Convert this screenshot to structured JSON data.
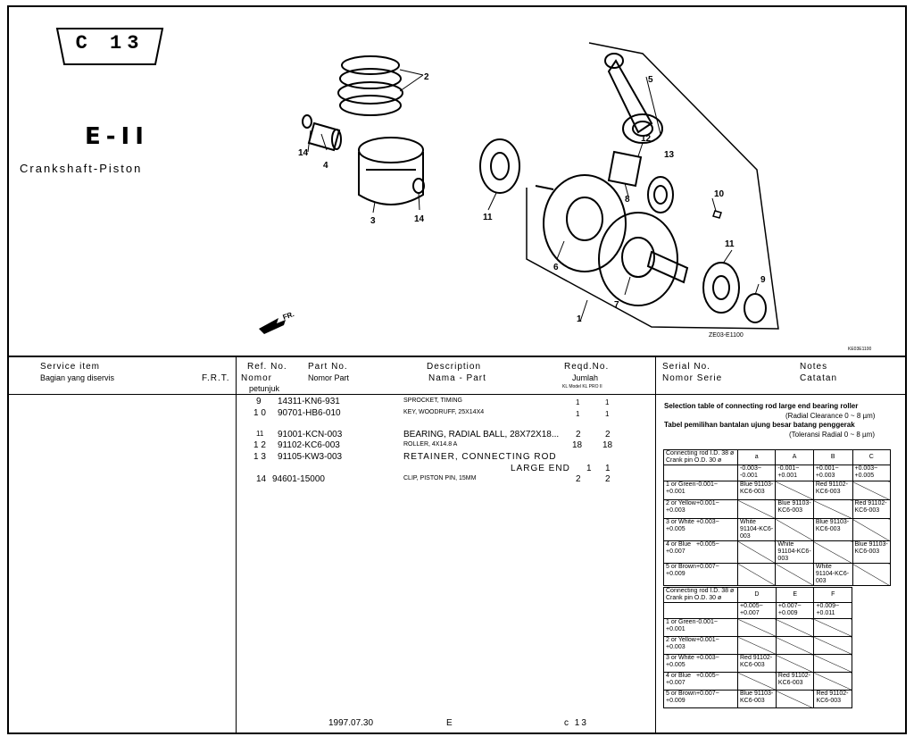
{
  "page_tag": "C 13",
  "group_code": "E-II",
  "group_name": "Crankshaft-Piston",
  "diagram": {
    "callouts": [
      "2",
      "5",
      "12",
      "13",
      "14",
      "4",
      "3",
      "14",
      "11",
      "8",
      "10",
      "11",
      "6",
      "7",
      "9",
      "1"
    ],
    "code": "ZE03-E1100",
    "code2": "KE03E1100",
    "direction": "FR."
  },
  "header": {
    "service_item": "Service item",
    "service_item_id": "Bagian yang diservis",
    "frt": "F.R.T.",
    "ref_no": "Ref. No.",
    "nomor": "Nomor",
    "petunjuk": "petunjuk",
    "part_no": "Part No.",
    "nomor_part": "Nomor Part",
    "description": "Description",
    "nama_part": "Nama - Part",
    "reqd_no": "Reqd.No.",
    "jumlah": "Jumlah",
    "jumlah_sub": "KL Model KL PRO II",
    "serial_no": "Serial No.",
    "nomor_serie": "Nomor Serie",
    "notes": "Notes",
    "catatan": "Catatan"
  },
  "parts": [
    {
      "ref": "9",
      "part": "14311-KN6-931",
      "desc": "SPROCKET, TIMING",
      "q1": "1",
      "q2": "1"
    },
    {
      "ref": "1 0",
      "part": "90701-HB6-010",
      "desc": "KEY, WOODRUFF, 25X14X4",
      "q1": "1",
      "q2": "1"
    },
    {
      "ref": "11",
      "part": "91001-KCN-003",
      "desc": "BEARING, RADIAL BALL, 28X72X18...",
      "q1": "2",
      "q2": "2"
    },
    {
      "ref": "1 2",
      "part": "91102-KC6-003",
      "desc": "ROLLER, 4X14.8 A",
      "q1": "18",
      "q2": "18"
    },
    {
      "ref": "1 3",
      "part": "91105-KW3-003",
      "desc": "RETAINER, CONNECTING ROD",
      "desc2": "LARGE END",
      "q1": "1",
      "q2": "1"
    },
    {
      "ref": "14",
      "part": "94601-15000",
      "desc": "CLIP, PISTON PIN, 15MM",
      "q1": "2",
      "q2": "2"
    }
  ],
  "notes": {
    "line1": "Selection table of connecting rod large end bearing roller",
    "line2": "(Radial Clearance 0 ~ 8 µm)",
    "line3": "Tabel pemilihan bantalan ujung besar batang penggerak",
    "line4": "(Toleransi Radial 0 ~ 8 µm)"
  },
  "table1": {
    "corner_top": "Connecting rod I.D. 38 ø",
    "corner_bottom": "Crank pin O.D. 30 ø",
    "columns": [
      {
        "label": "a",
        "range": "-0.003~ -0.001"
      },
      {
        "label": "A",
        "range": "-0.001~ +0.001"
      },
      {
        "label": "B",
        "range": "+0.001~ +0.003"
      },
      {
        "label": "C",
        "range": "+0.003~ +0.005"
      }
    ],
    "rows": [
      {
        "label": "1 or Green",
        "range": "-0.001~ +0.001",
        "cells": [
          "Blue 91103-KC6-003",
          "",
          "Red 91102-KC6-003",
          ""
        ]
      },
      {
        "label": "2 or Yellow",
        "range": "+0.001~ +0.003",
        "cells": [
          "",
          "Blue 91103-KC6-003",
          "",
          "Red 91102-KC6-003"
        ]
      },
      {
        "label": "3 or White",
        "range": "+0.003~ +0.005",
        "cells": [
          "White 91104-KC6-003",
          "",
          "Blue 91103-KC6-003",
          ""
        ]
      },
      {
        "label": "4 or Blue",
        "range": "+0.005~ +0.007",
        "cells": [
          "",
          "White 91104-KC6-003",
          "",
          "Blue 91103-KC6-003"
        ]
      },
      {
        "label": "5 or Brown",
        "range": "+0.007~ +0.009",
        "cells": [
          "",
          "",
          "White 91104-KC6-003",
          ""
        ]
      }
    ]
  },
  "table2": {
    "corner_top": "Connecting rod I.D. 38 ø",
    "corner_bottom": "Crank pin O.D. 30 ø",
    "columns": [
      {
        "label": "D",
        "range": "+0.005~ +0.007"
      },
      {
        "label": "E",
        "range": "+0.007~ +0.009"
      },
      {
        "label": "F",
        "range": "+0.009~ +0.011"
      }
    ],
    "rows": [
      {
        "label": "1 or Green",
        "range": "-0.001~ +0.001",
        "cells": [
          "",
          "",
          ""
        ]
      },
      {
        "label": "2 or Yellow",
        "range": "+0.001~ +0.003",
        "cells": [
          "",
          "",
          ""
        ]
      },
      {
        "label": "3 or White",
        "range": "+0.003~ +0.005",
        "cells": [
          "Red 91102-KC6-003",
          "",
          ""
        ]
      },
      {
        "label": "4 or Blue",
        "range": "+0.005~ +0.007",
        "cells": [
          "",
          "Red 91102-KC6-003",
          ""
        ]
      },
      {
        "label": "5 or Brown",
        "range": "+0.007~ +0.009",
        "cells": [
          "Blue 91103-KC6-003",
          "",
          "Red 91102-KC6-003"
        ]
      }
    ]
  },
  "footer": {
    "date": "1997.07.30",
    "edition": "E",
    "page": "c 13"
  }
}
